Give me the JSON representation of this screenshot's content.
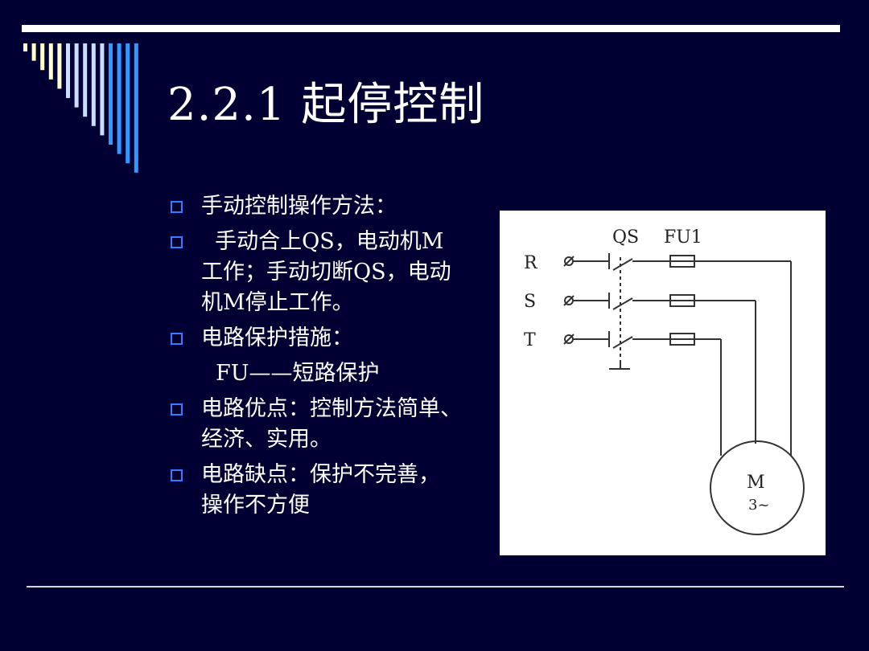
{
  "slide": {
    "title": "2.2.1 起停控制",
    "bullets": [
      {
        "lines": [
          "手动控制操作方法："
        ]
      },
      {
        "lines": [
          "  手动合上QS，电动机M",
          "工作；手动切断QS，电动",
          "机M停止工作。"
        ]
      },
      {
        "lines": [
          "电路保护措施："
        ]
      }
    ],
    "subline": "FU——短路保护",
    "bullets2": [
      {
        "lines": [
          "电路优点：控制方法简单、",
          "经济、实用。"
        ]
      },
      {
        "lines": [
          "电路缺点：保护不完善，",
          "操作不方便"
        ]
      }
    ]
  },
  "diagram": {
    "label_qs": "QS",
    "label_fu": "FU1",
    "phase_r": "R",
    "phase_s": "S",
    "phase_t": "T",
    "motor_m": "M",
    "motor_phase": "3~"
  },
  "colors": {
    "background": "#000033",
    "bullet_box": "#3a7bff",
    "deco_yellow": "#ffffcc",
    "deco_blue": "#3399ff"
  }
}
